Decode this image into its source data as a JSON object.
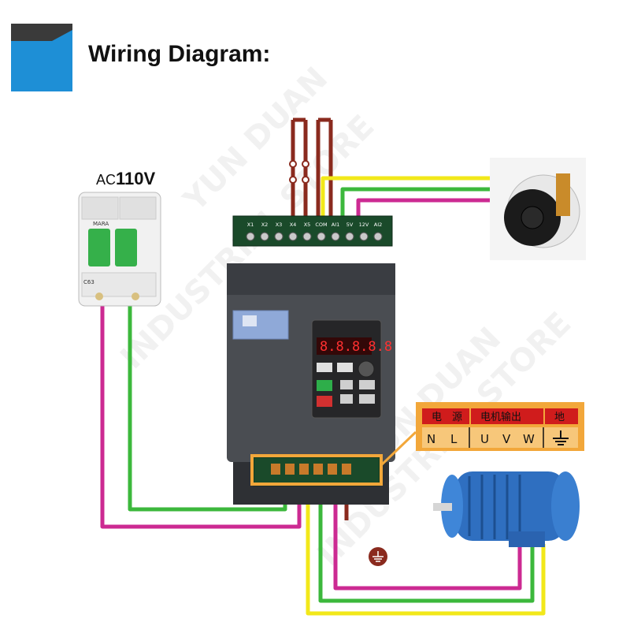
{
  "header": {
    "title": "Wiring Diagram:"
  },
  "breaker": {
    "ac_prefix": "AC",
    "voltage": "110V",
    "brand": "MARA",
    "rating": "C63"
  },
  "terminals": {
    "control": [
      "X1",
      "X2",
      "X3",
      "X4",
      "X5",
      "COM",
      "AI1",
      "5V",
      "12V",
      "AI2"
    ]
  },
  "panel": {
    "top_cn": [
      "电",
      "源",
      "电机输出",
      "地"
    ],
    "letters": [
      "N",
      "L",
      "U",
      "V",
      "W"
    ]
  },
  "watermark": [
    "YUN DUAN",
    "INDUSTRIAL STORE"
  ],
  "colors": {
    "brown": "#8a2a1e",
    "yellow": "#f2e81a",
    "green": "#3cb83c",
    "magenta": "#cc2a92",
    "accent_blue": "#1e8fd6",
    "panel_orange": "#f2a73a"
  }
}
